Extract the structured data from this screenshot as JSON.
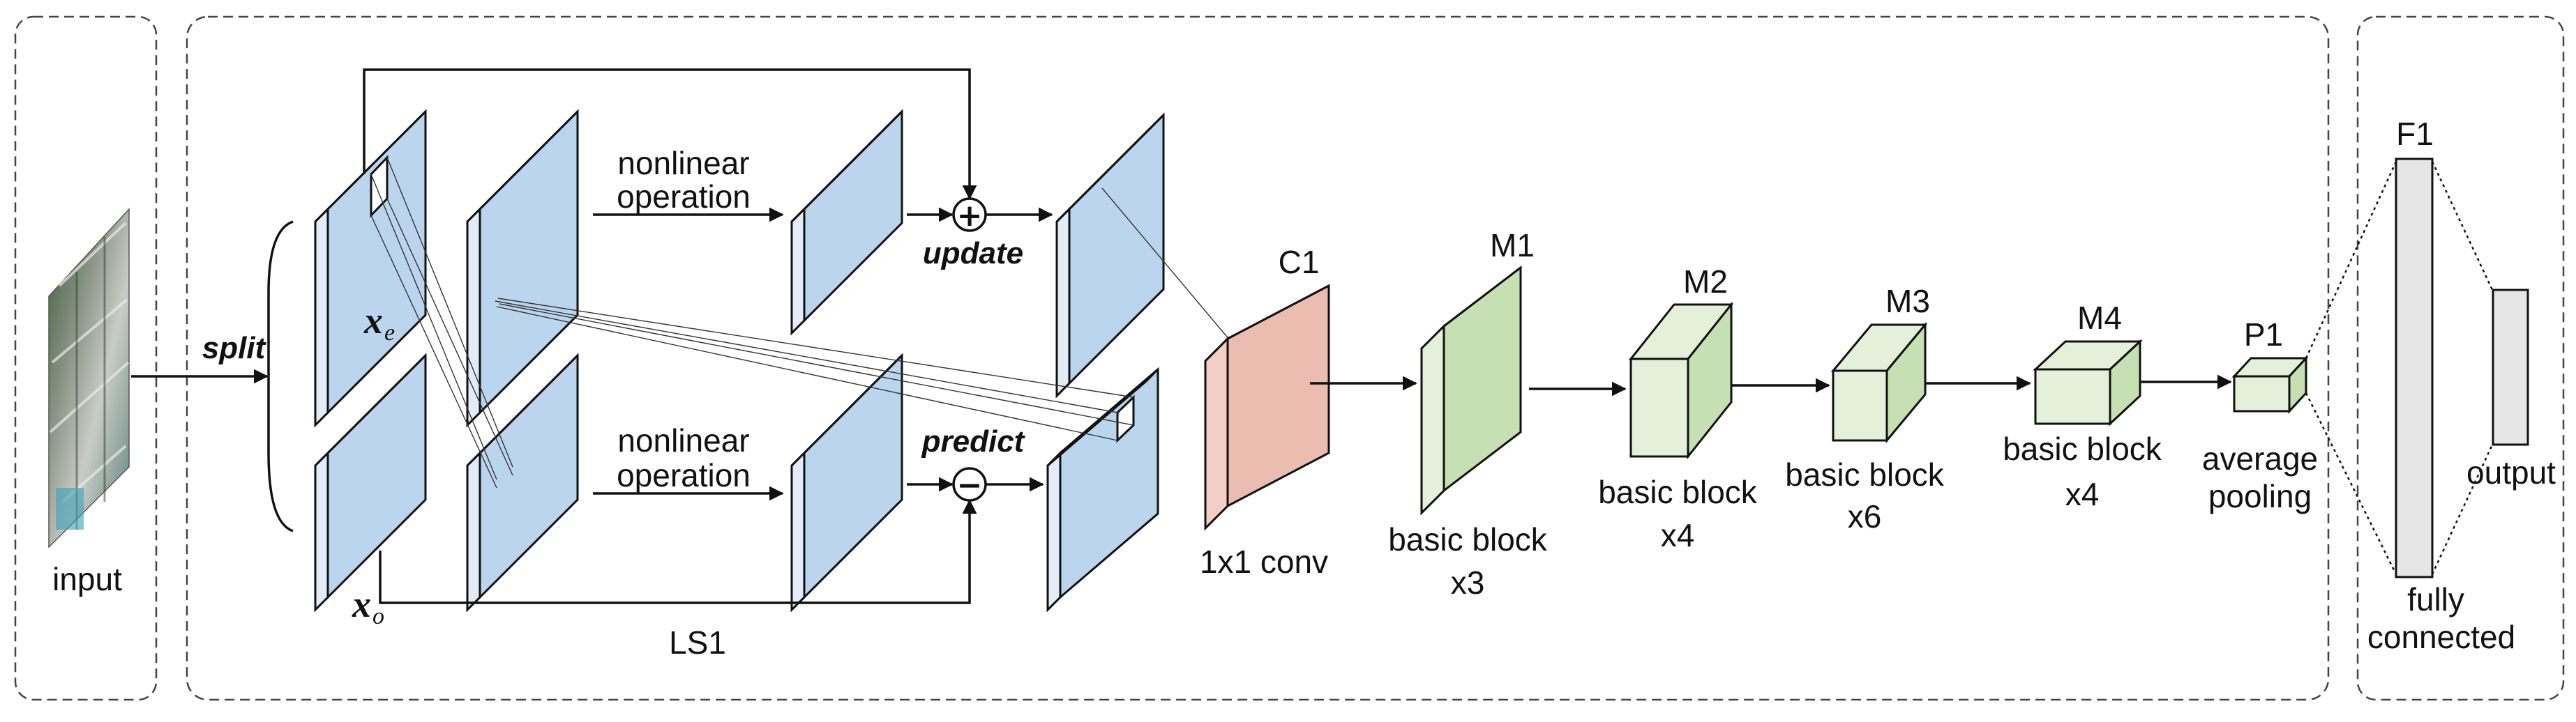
{
  "labels": {
    "input": "input",
    "split": "split",
    "update": "update",
    "predict": "predict",
    "nonlinear_top_1": "nonlinear",
    "nonlinear_top_2": "operation",
    "nonlinear_bot_1": "nonlinear",
    "nonlinear_bot_2": "operation",
    "xe_base": "x",
    "xe_sub": "e",
    "xo_base": "x",
    "xo_sub": "o",
    "ls1": "LS1",
    "c1": "C1",
    "c1_caption": "1x1 conv",
    "m1": "M1",
    "m1_caption_1": "basic block",
    "m1_caption_2": "x3",
    "m2": "M2",
    "m2_caption_1": "basic block",
    "m2_caption_2": "x4",
    "m3": "M3",
    "m3_caption_1": "basic block",
    "m3_caption_2": "x6",
    "m4": "M4",
    "m4_caption_1": "basic block",
    "m4_caption_2": "x4",
    "p1": "P1",
    "p1_caption_1": "average",
    "p1_caption_2": "pooling",
    "f1": "F1",
    "fc_caption_1": "fully",
    "fc_caption_2": "connected",
    "output": "output",
    "plus_symbol": "+",
    "minus_symbol": "−"
  },
  "colors": {
    "feature_map": "#bcd5ee",
    "feature_edge": "#e3ecf6",
    "conv_block": "#ebbcb0",
    "basic_block": "#c6e0b3",
    "basic_block_light": "#e4f0da",
    "fc_layer": "#e6e6e6",
    "stroke": "#111111"
  }
}
